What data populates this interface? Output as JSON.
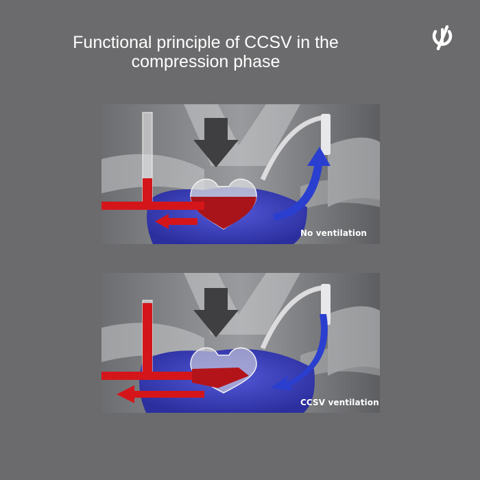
{
  "title": {
    "line1": "Functional principle of CCSV in the",
    "line2": "compression phase"
  },
  "logo": {
    "icon": "slashed-circle-logo-icon"
  },
  "panels": [
    {
      "caption": "No ventilation",
      "mode": "no-ventilation"
    },
    {
      "caption": "CCSV ventilation",
      "mode": "ccsv-ventilation"
    }
  ],
  "colors": {
    "background": "#6b6b6d",
    "blood_red": "#d4161b",
    "air_blue": "#2a3fcf",
    "lung_blue": "#3f44c6",
    "compression_arrow": "#3f3f41"
  }
}
